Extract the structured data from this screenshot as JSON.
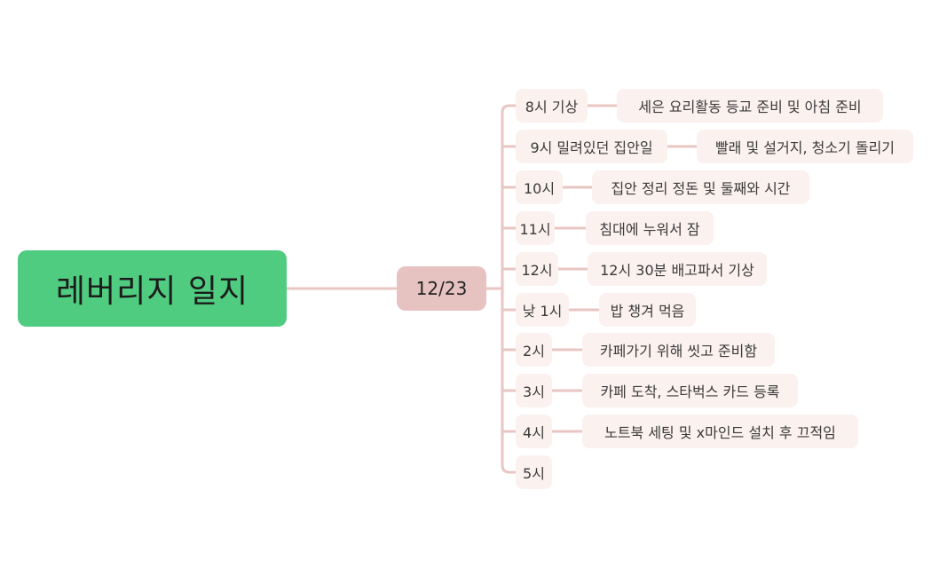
{
  "root": {
    "title": "레버리지 일지"
  },
  "date": {
    "label": "12/23"
  },
  "timeline": [
    {
      "time": "8시 기상",
      "activity": "세은 요리활동 등교 준비 및 아침 준비"
    },
    {
      "time": "9시 밀려있던 집안일",
      "activity": "빨래 및 설거지, 청소기 돌리기"
    },
    {
      "time": "10시",
      "activity": "집안 정리 정돈 및 둘째와 시간"
    },
    {
      "time": "11시",
      "activity": "침대에 누워서 잠"
    },
    {
      "time": "12시",
      "activity": "12시 30분 배고파서 기상"
    },
    {
      "time": "낮 1시",
      "activity": "밥 챙겨 먹음"
    },
    {
      "time": "2시",
      "activity": "카페가기 위해 씻고 준비함"
    },
    {
      "time": "3시",
      "activity": "카페 도착, 스타벅스 카드 등록"
    },
    {
      "time": "4시",
      "activity": "노트북 세팅 및 x마인드 설치 후 끄적임"
    },
    {
      "time": "5시",
      "activity": ""
    }
  ],
  "colors": {
    "root": "#50cc80",
    "date": "#e6c3c1",
    "node": "#fbf1ef",
    "line": "#e8c6c3"
  }
}
